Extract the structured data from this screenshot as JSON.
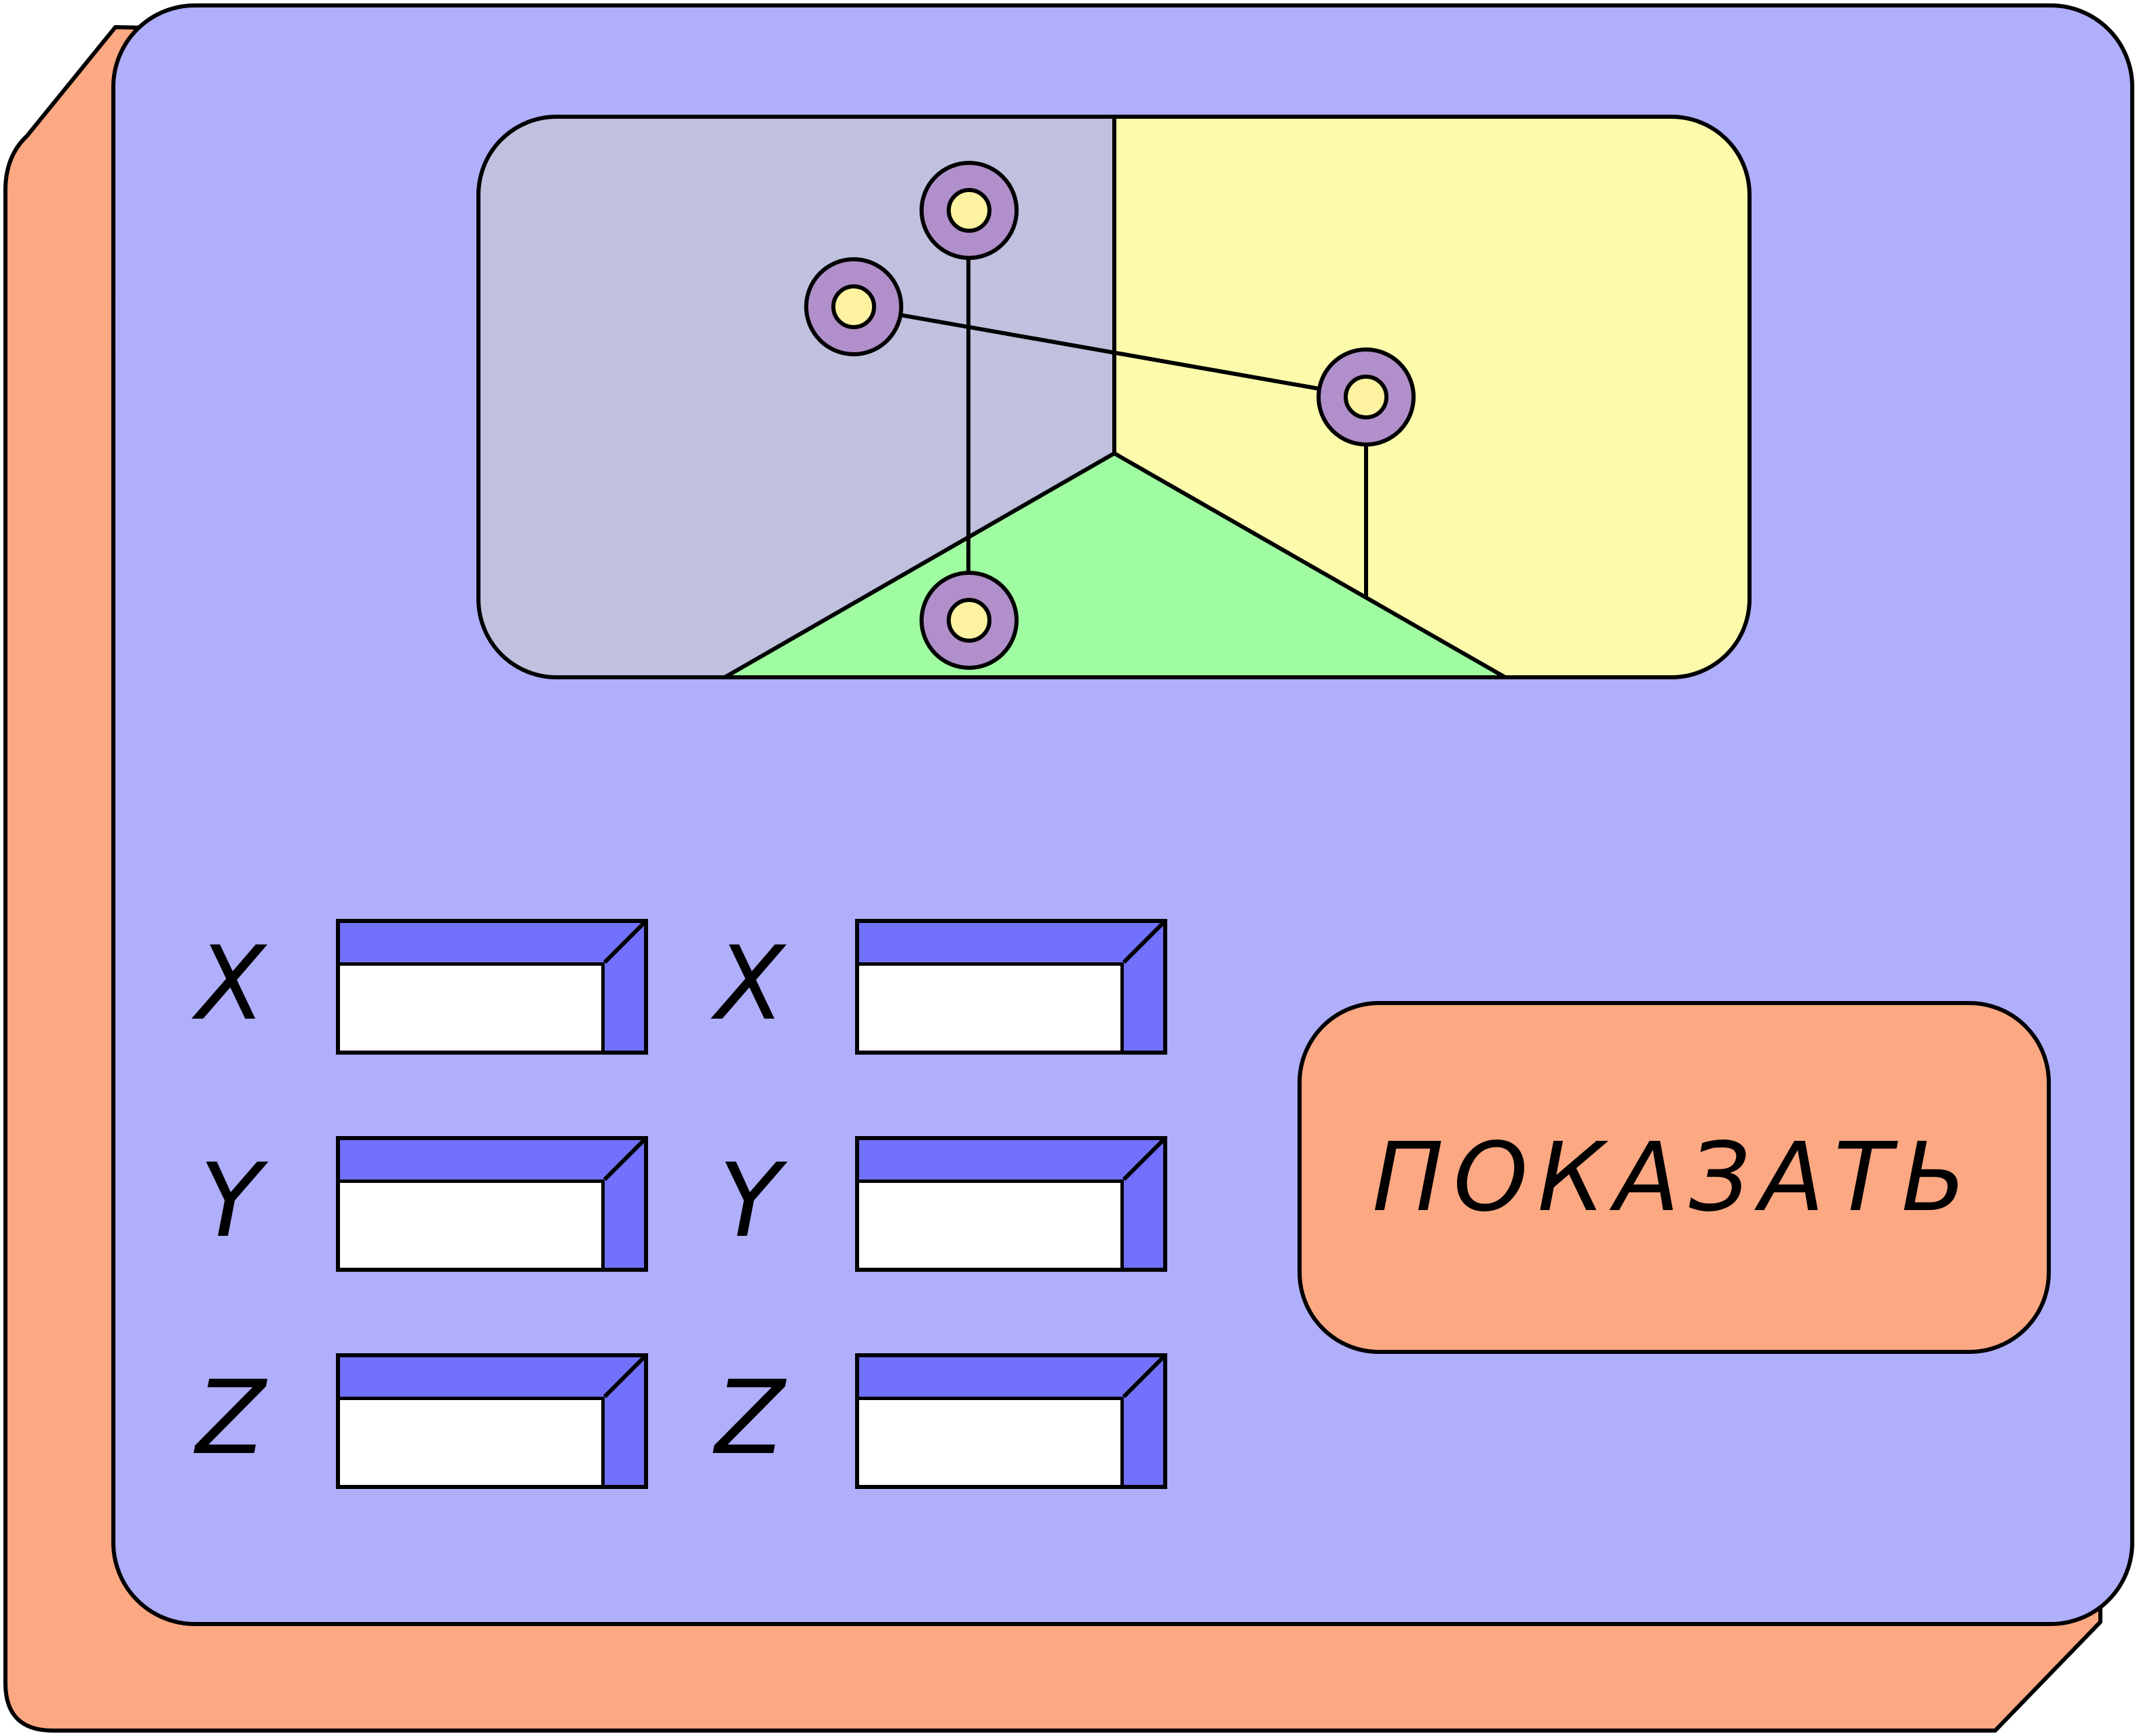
{
  "colors": {
    "back_panel": "#fca883",
    "front_panel": "#afaffc",
    "viewport_left_wall": "#bfc1de",
    "viewport_right_wall": "#fcfbac",
    "viewport_floor": "#a0fca0",
    "marker_ring": "#b08fca",
    "marker_center": "#fcf2a0",
    "field_frame": "#7171fc",
    "field_face": "#ffffff",
    "button": "#fca883",
    "outline": "#000000"
  },
  "form": {
    "column_1": {
      "x_label": "X",
      "y_label": "Y",
      "z_label": "Z",
      "x_value": "",
      "y_value": "",
      "z_value": ""
    },
    "column_2": {
      "x_label": "X",
      "y_label": "Y",
      "z_label": "Z",
      "x_value": "",
      "y_value": "",
      "z_value": ""
    }
  },
  "show_button": {
    "label": "ПОКАЗАТЬ"
  }
}
